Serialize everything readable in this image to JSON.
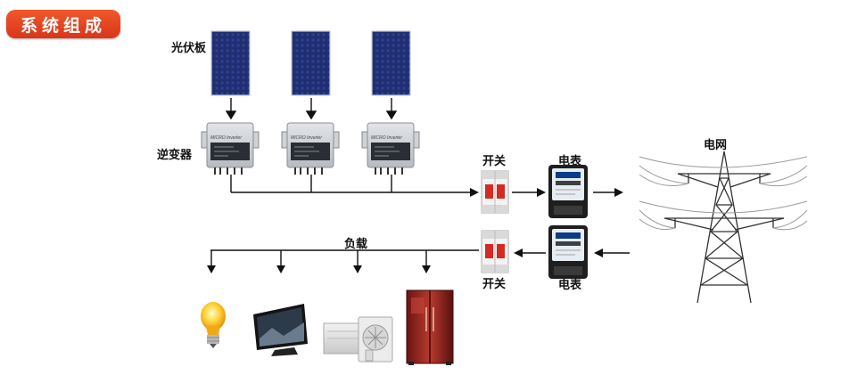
{
  "title": "系统组成",
  "labels": {
    "pv_panel": "光伏板",
    "inverter": "逆变器",
    "switch_top": "开关",
    "switch_bottom": "开关",
    "meter_top": "电表",
    "meter_bottom": "电表",
    "grid": "电网",
    "load": "负载"
  },
  "inverter_brand": "MICRO Inverter",
  "colors": {
    "badge": "#e4441f",
    "panel_cell": "#1c2a66",
    "inverter_body": "#cfd2d6",
    "breaker_handle": "#d42a22",
    "line": "#111111"
  }
}
